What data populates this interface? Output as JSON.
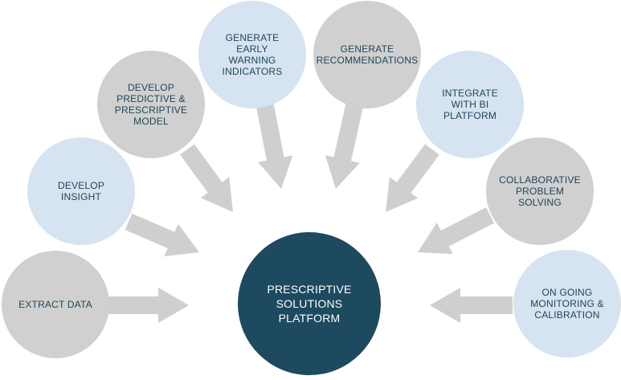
{
  "colors": {
    "gray": "#d0d0d0",
    "blue": "#d6e3f1",
    "center": "#1d4a5e",
    "arrow": "#cfcfcf",
    "text": "#1f4558",
    "center_text": "#ffffff"
  },
  "center": {
    "label": "PRESCRIPTIVE\nSOLUTIONS\nPLATFORM"
  },
  "nodes": [
    {
      "id": "extract-data",
      "label": "EXTRACT DATA",
      "color": "gray"
    },
    {
      "id": "develop-insight",
      "label": "DEVELOP\nINSIGHT",
      "color": "blue"
    },
    {
      "id": "develop-predictive-model",
      "label": "DEVELOP\nPREDICTIVE &\nPRESCRIPTIVE\nMODEL",
      "color": "gray"
    },
    {
      "id": "generate-early-warning-indicators",
      "label": "GENERATE\nEARLY\nWARNING\nINDICATORS",
      "color": "blue"
    },
    {
      "id": "generate-recommendations",
      "label": "GENERATE\nRECOMMENDATIONS",
      "color": "gray"
    },
    {
      "id": "integrate-with-bi-platform",
      "label": "INTEGRATE\nWITH BI\nPLATFORM",
      "color": "blue"
    },
    {
      "id": "collaborative-problem-solving",
      "label": "COLLABORATIVE\nPROBLEM\nSOLVING",
      "color": "gray"
    },
    {
      "id": "ongoing-monitoring-calibration",
      "label": "ON GOING\nMONITORING &\nCALIBRATION",
      "color": "blue"
    }
  ]
}
